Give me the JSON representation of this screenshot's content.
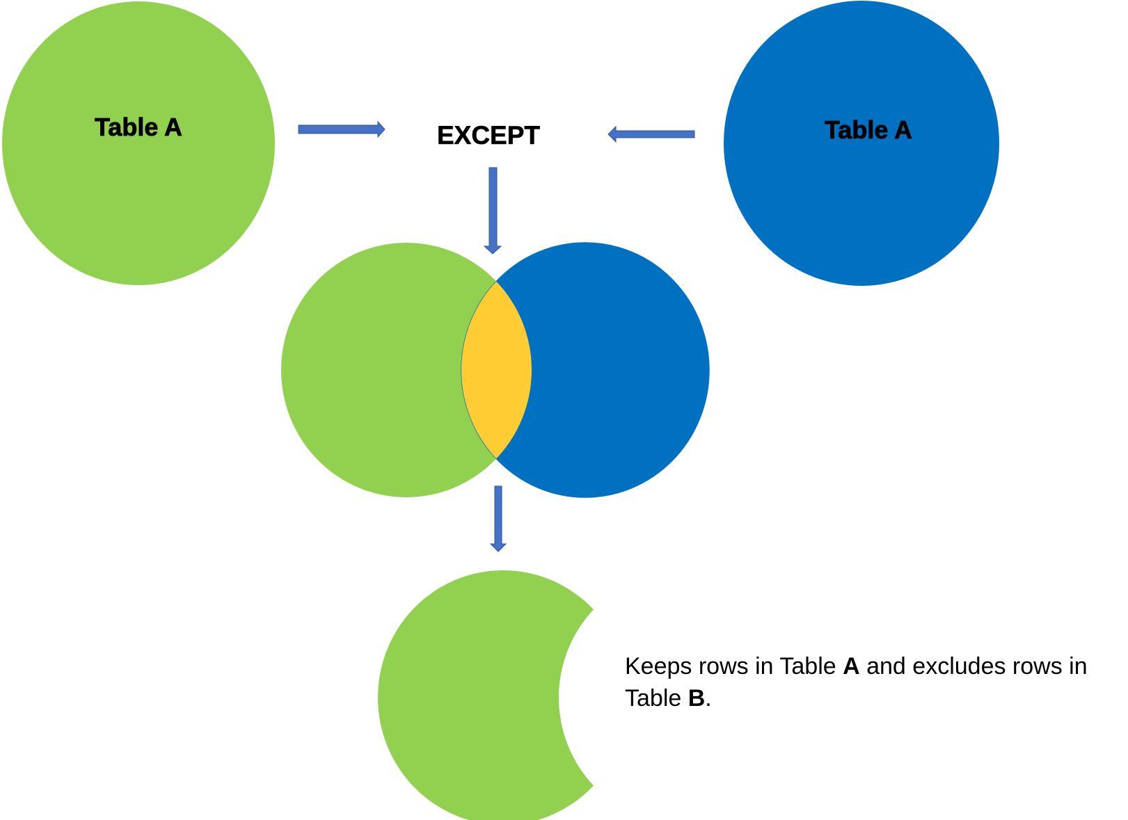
{
  "colors": {
    "table_a": "#92D050",
    "table_b": "#0070C0",
    "intersection": "#FFCC33",
    "arrow_fill": "#4472C4",
    "arrow_stroke": "#2F5597"
  },
  "diagram": {
    "left_circle_label": "Table A",
    "right_circle_label": "Table A",
    "operator_label": "EXCEPT"
  },
  "caption": {
    "part1": "Keeps rows in Table ",
    "bold1": "A",
    "part2": " and excludes rows in Table ",
    "bold2": "B",
    "part3": "."
  }
}
